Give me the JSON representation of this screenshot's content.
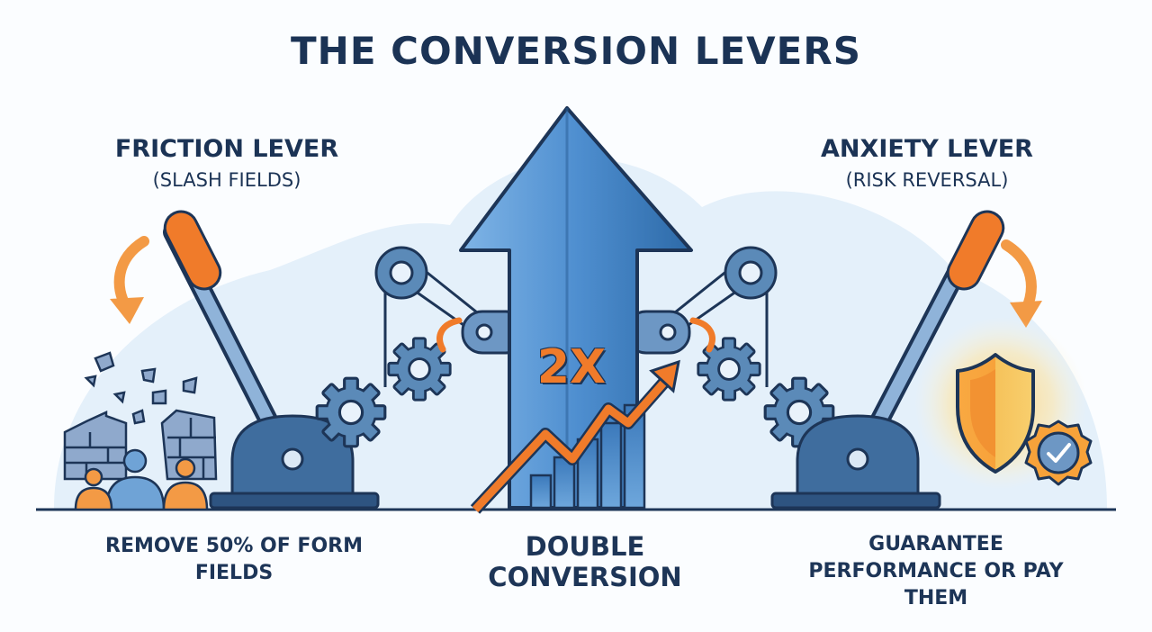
{
  "title": "THE CONVERSION LEVERS",
  "left_lever": {
    "heading": "FRICTION LEVER",
    "subheading": "(SLASH FIELDS)",
    "caption": "REMOVE 50% OF FORM FIELDS"
  },
  "center": {
    "multiplier": "2X",
    "caption": "DOUBLE CONVERSION"
  },
  "right_lever": {
    "heading": "ANXIETY LEVER",
    "subheading": "(RISK REVERSAL)",
    "caption": "GUARANTEE PERFORMANCE OR PAY THEM"
  },
  "colors": {
    "navy": "#1d3557",
    "accent_orange": "#f07b2a",
    "arrow_blue": "#3f7fc0",
    "steel_blue": "#5b8ab8",
    "backdrop_blue": "#e4f0fa"
  },
  "icons": [
    "down-arrow-icon",
    "broken-wall-icon",
    "user-group-icon",
    "gear-icon",
    "pulley-icon",
    "shield-icon",
    "check-badge-icon",
    "growth-arrow-icon"
  ]
}
